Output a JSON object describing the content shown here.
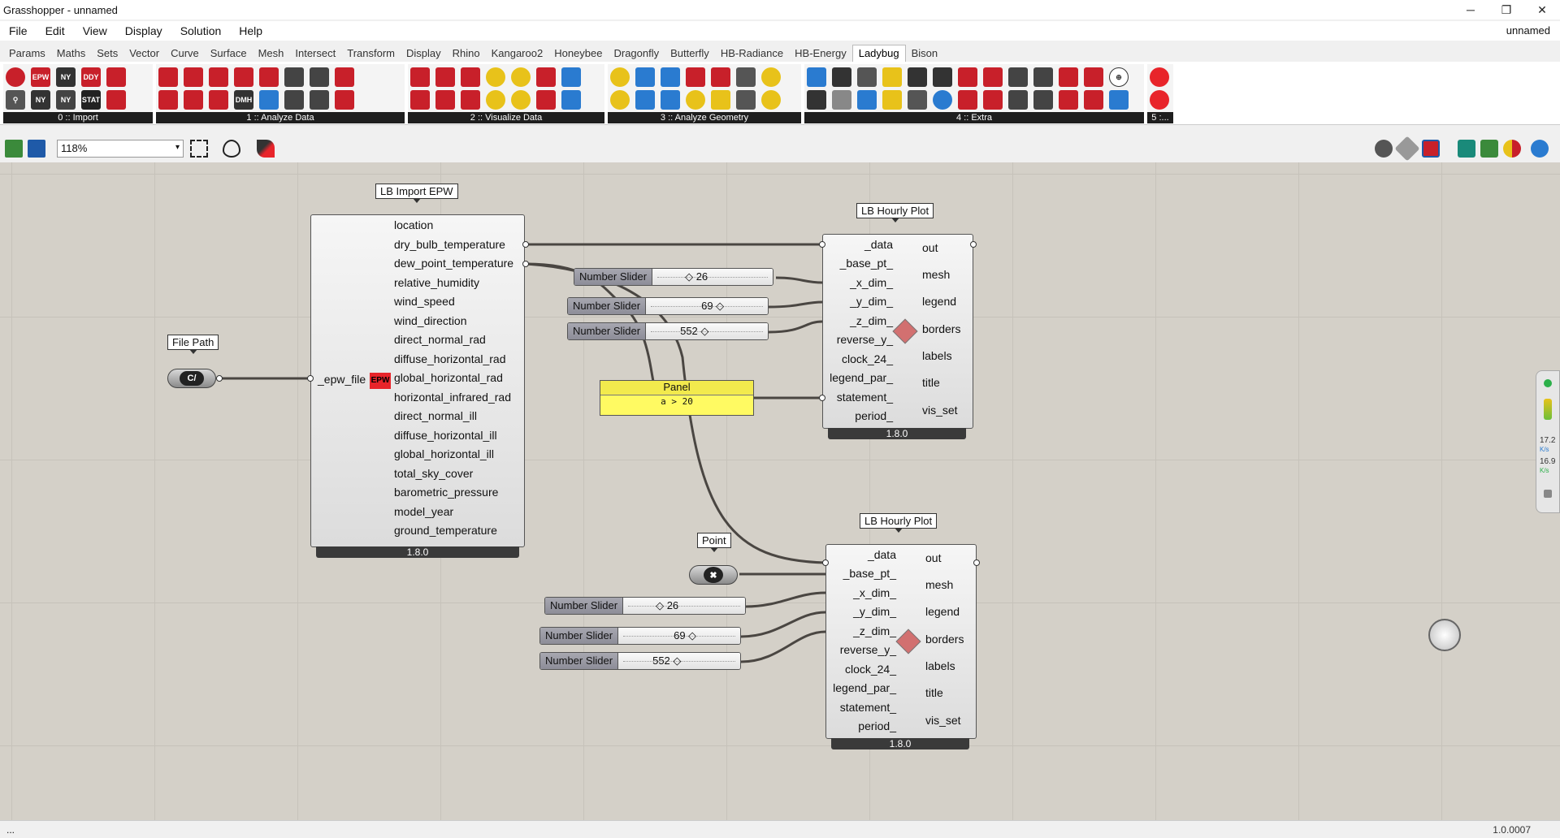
{
  "window": {
    "title": "Grasshopper - unnamed",
    "doc_name": "unnamed",
    "minimize": "─",
    "restore": "❐",
    "close": "✕"
  },
  "menu": [
    "File",
    "Edit",
    "View",
    "Display",
    "Solution",
    "Help"
  ],
  "tabs": [
    "Params",
    "Maths",
    "Sets",
    "Vector",
    "Curve",
    "Surface",
    "Mesh",
    "Intersect",
    "Transform",
    "Display",
    "Rhino",
    "Kangaroo2",
    "Honeybee",
    "Dragonfly",
    "Butterfly",
    "HB-Radiance",
    "HB-Energy",
    "Ladybug",
    "Bison"
  ],
  "active_tab": "Ladybug",
  "ribbon_groups": [
    "0 :: Import",
    "1 :: Analyze Data",
    "2 :: Visualize Data",
    "3 :: Analyze Geometry",
    "4 :: Extra",
    "5 :..."
  ],
  "ribbon_icon_text": {
    "epw": "EPW",
    "ddy": "DDY",
    "stat": "STAT",
    "dmh": "DMH",
    "ny": "NY"
  },
  "toolbar": {
    "zoom": "118%",
    "zoom_chevron": "▾"
  },
  "colors": {
    "canvas": "#d4d0c8",
    "panel": "#fffa62",
    "accent": "#e8242a",
    "wire": "#4a4642"
  },
  "import_epw": {
    "tag": "LB Import EPW",
    "input": "_epw_file",
    "badge": "EPW",
    "outputs": [
      "location",
      "dry_bulb_temperature",
      "dew_point_temperature",
      "relative_humidity",
      "wind_speed",
      "wind_direction",
      "direct_normal_rad",
      "diffuse_horizontal_rad",
      "global_horizontal_rad",
      "horizontal_infrared_rad",
      "direct_normal_ill",
      "diffuse_horizontal_ill",
      "global_horizontal_ill",
      "total_sky_cover",
      "barometric_pressure",
      "model_year",
      "ground_temperature"
    ],
    "version": "1.8.0"
  },
  "file_path": {
    "tag": "File Path",
    "icon": "C/"
  },
  "point": {
    "tag": "Point",
    "icon": "✖"
  },
  "hourly_plot_1": {
    "tag": "LB Hourly Plot",
    "inputs": [
      "_data",
      "_base_pt_",
      "_x_dim_",
      "_y_dim_",
      "_z_dim_",
      "reverse_y_",
      "clock_24_",
      "legend_par_",
      "statement_",
      "period_"
    ],
    "outputs": [
      "out",
      "mesh",
      "legend",
      "borders",
      "labels",
      "title",
      "vis_set"
    ],
    "version": "1.8.0"
  },
  "hourly_plot_2": {
    "tag": "LB Hourly Plot",
    "inputs": [
      "_data",
      "_base_pt_",
      "_x_dim_",
      "_y_dim_",
      "_z_dim_",
      "reverse_y_",
      "clock_24_",
      "legend_par_",
      "statement_",
      "period_"
    ],
    "outputs": [
      "out",
      "mesh",
      "legend",
      "borders",
      "labels",
      "title",
      "vis_set"
    ],
    "version": "1.8.0"
  },
  "sliders_1": [
    {
      "name": "Number Slider",
      "value": "◇ 26"
    },
    {
      "name": "Number Slider",
      "value": "69 ◇"
    },
    {
      "name": "Number Slider",
      "value": "552 ◇"
    }
  ],
  "sliders_2": [
    {
      "name": "Number Slider",
      "value": "◇ 26"
    },
    {
      "name": "Number Slider",
      "value": "69 ◇"
    },
    {
      "name": "Number Slider",
      "value": "552 ◇"
    }
  ],
  "panel": {
    "title": "Panel",
    "content": "a > 20"
  },
  "profiler": {
    "value1": "17.2",
    "unit1": "K/s",
    "value2": "16.9",
    "unit2": "K/s"
  },
  "status": {
    "left": "...",
    "right": "1.0.0007"
  }
}
